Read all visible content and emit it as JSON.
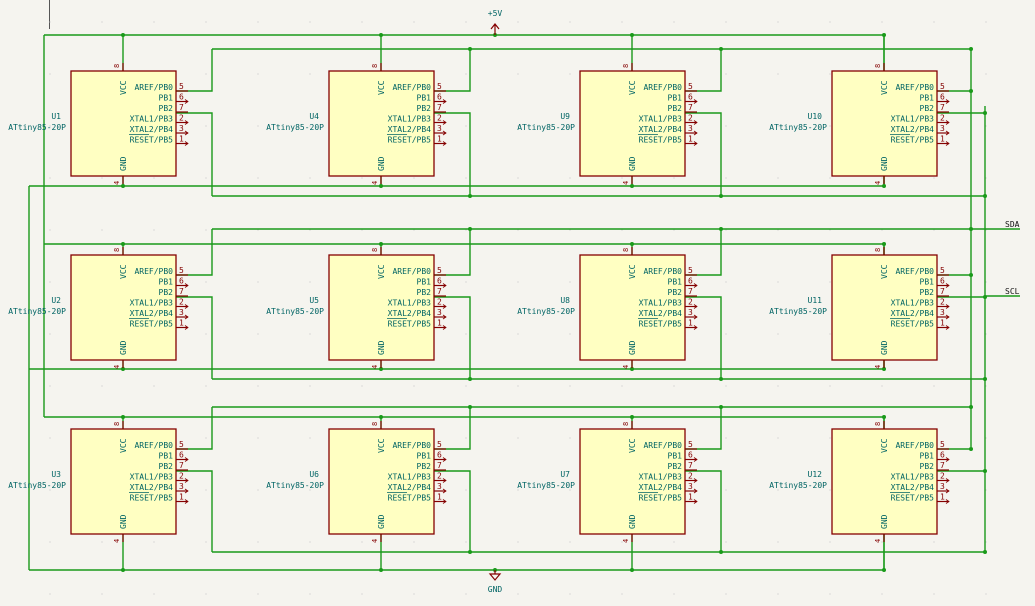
{
  "schematic": {
    "power": {
      "vcc_label": "+5V",
      "gnd_label": "GND"
    },
    "nets": {
      "sda_label": "SDA",
      "scl_label": "SCL"
    },
    "colors": {
      "background": "#f5f4ef",
      "wire": "#1a9a1a",
      "component_fill": "#ffffc2",
      "component_border": "#840000",
      "pin": "#840000",
      "pin_name": "#006464",
      "ref_text": "#006464"
    },
    "pin_names": {
      "vcc": "VCC",
      "gnd": "GND",
      "right": [
        "AREF/PB0",
        "PB1",
        "PB2",
        "XTAL1/PB3",
        "XTAL2/PB4",
        "RESET/PB5"
      ]
    },
    "pin_numbers": {
      "vcc": "8",
      "gnd": "4",
      "right": [
        "5",
        "6",
        "7",
        "2",
        "3",
        "1"
      ]
    },
    "components": [
      {
        "ref": "U1",
        "value": "ATtiny85-20P",
        "row": 0,
        "col": 0
      },
      {
        "ref": "U4",
        "value": "ATtiny85-20P",
        "row": 0,
        "col": 1
      },
      {
        "ref": "U9",
        "value": "ATtiny85-20P",
        "row": 0,
        "col": 2
      },
      {
        "ref": "U10",
        "value": "ATtiny85-20P",
        "row": 0,
        "col": 3
      },
      {
        "ref": "U2",
        "value": "ATtiny85-20P",
        "row": 1,
        "col": 0
      },
      {
        "ref": "U5",
        "value": "ATtiny85-20P",
        "row": 1,
        "col": 1
      },
      {
        "ref": "U8",
        "value": "ATtiny85-20P",
        "row": 1,
        "col": 2
      },
      {
        "ref": "U11",
        "value": "ATtiny85-20P",
        "row": 1,
        "col": 3
      },
      {
        "ref": "U3",
        "value": "ATtiny85-20P",
        "row": 2,
        "col": 0
      },
      {
        "ref": "U6",
        "value": "ATtiny85-20P",
        "row": 2,
        "col": 1
      },
      {
        "ref": "U7",
        "value": "ATtiny85-20P",
        "row": 2,
        "col": 2
      },
      {
        "ref": "U12",
        "value": "ATtiny85-20P",
        "row": 2,
        "col": 3
      }
    ]
  }
}
